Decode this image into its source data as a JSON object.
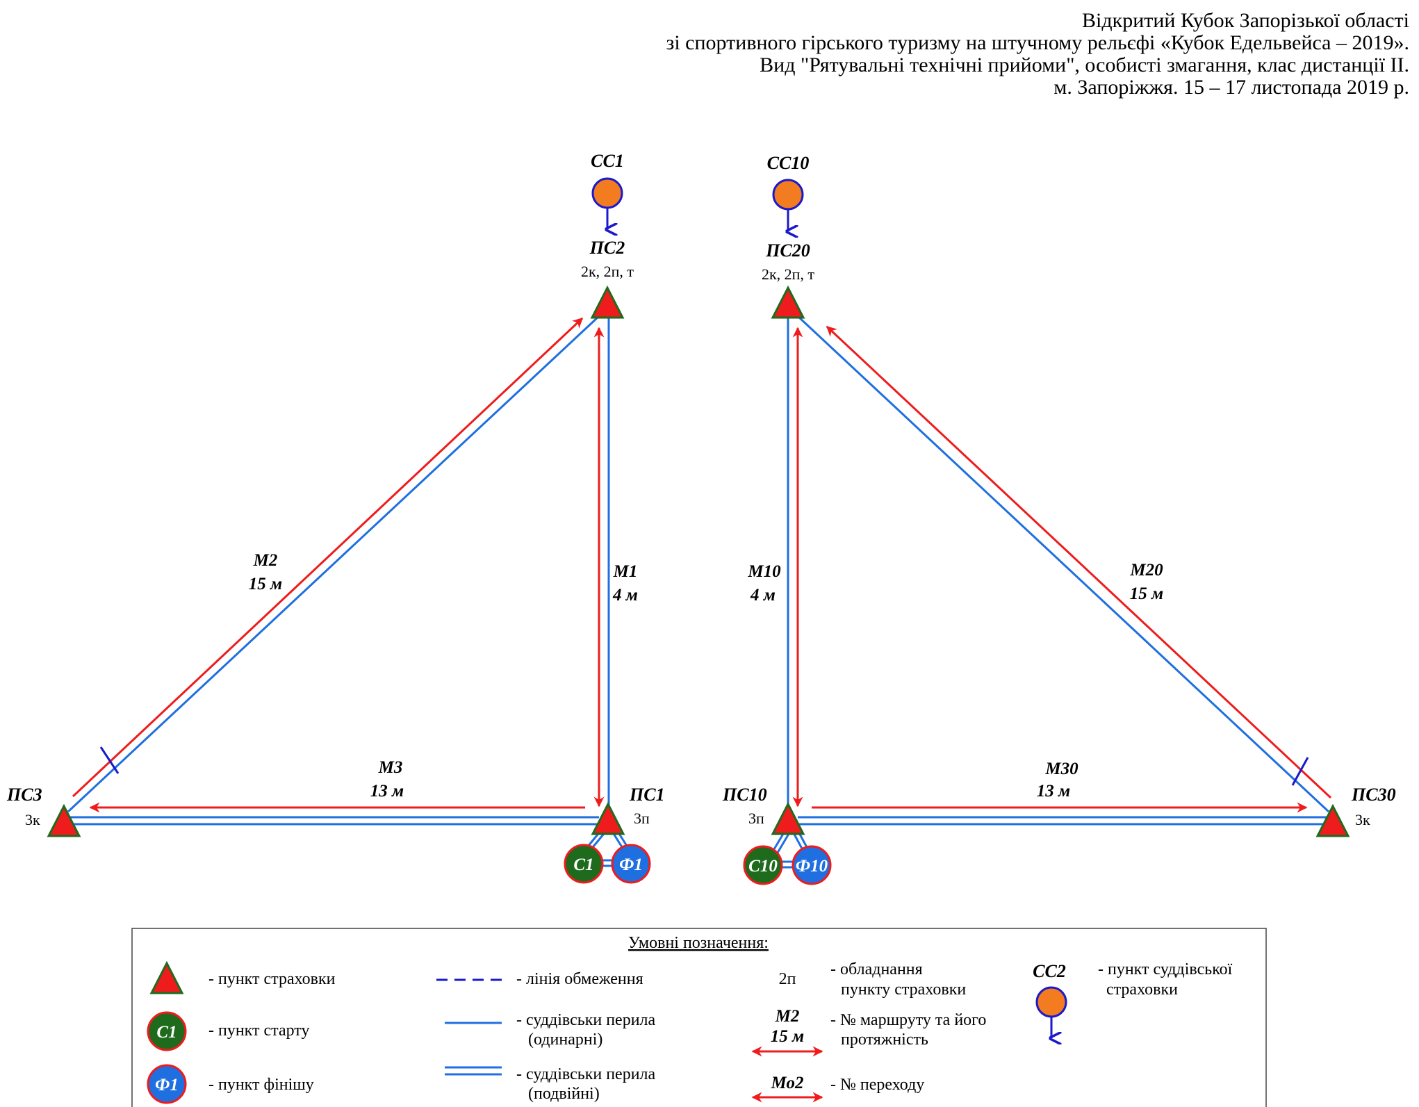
{
  "header": {
    "line1": "Відкритий Кубок Запорізької області",
    "line2": "зі спортивного гірського туризму на штучному рельєфі «Кубок Едельвейса – 2019».",
    "line3": "Вид \"Рятувальні технічні прийоми\", особисті змагання, клас дистанції ІІ.",
    "line4": "м. Запоріжжя. 15 – 17 листопада 2019 р."
  },
  "colors": {
    "rope_blue": "#1f6fe0",
    "route_red": "#ee1c1c",
    "triangle_fill": "#ee1c1c",
    "triangle_stroke": "#1e6b1e",
    "start_fill": "#1e6b1e",
    "finish_fill": "#1f6fe0",
    "judge_fill": "#f47c20",
    "judge_stroke": "#1a1acc",
    "arrow_blue": "#1a1acc"
  },
  "left": {
    "judge": {
      "label": "СС1"
    },
    "top": {
      "label": "ПС2",
      "equipment": "2к, 2п, т"
    },
    "bottom_right": {
      "label": "ПС1",
      "equipment": "3п"
    },
    "bottom_left": {
      "label": "ПС3",
      "equipment": "3к"
    },
    "route_vertical": {
      "name": "М1",
      "length": "4 м"
    },
    "route_diagonal": {
      "name": "М2",
      "length": "15 м"
    },
    "route_horizontal": {
      "name": "М3",
      "length": "13 м"
    },
    "start": "С1",
    "finish": "Ф1"
  },
  "right": {
    "judge": {
      "label": "СС10"
    },
    "top": {
      "label": "ПС20",
      "equipment": "2к, 2п, т"
    },
    "bottom_left": {
      "label": "ПС10",
      "equipment": "3п"
    },
    "bottom_right": {
      "label": "ПС30",
      "equipment": "3к"
    },
    "route_vertical": {
      "name": "М10",
      "length": "4 м"
    },
    "route_diagonal": {
      "name": "М20",
      "length": "15 м"
    },
    "route_horizontal": {
      "name": "М30",
      "length": "13 м"
    },
    "start": "С10",
    "finish": "Ф10"
  },
  "legend": {
    "title": "Умовні позначення:",
    "belay_point": "- пункт страховки",
    "start_symbol": "С1",
    "start_point": "- пункт старту",
    "finish_symbol": "Ф1",
    "finish_point": "- пункт фінішу",
    "limit_line": "- лінія обмеження",
    "single_rope_1": "- суддівськи перила",
    "single_rope_2": "(одинарні)",
    "double_rope_1": "- суддівськи перила",
    "double_rope_2": "(подвійні)",
    "equip_symbol": "2п",
    "equip_1": "- обладнання",
    "equip_2": "пункту страховки",
    "route_symbol_name": "М2",
    "route_symbol_len": "15 м",
    "route_1": "- № маршруту та його",
    "route_2": "протяжність",
    "crossing_symbol": "Мо2",
    "crossing": "- № переходу",
    "judge_symbol": "СС2",
    "judge_1": "- пункт суддівської",
    "judge_2": "страховки"
  }
}
